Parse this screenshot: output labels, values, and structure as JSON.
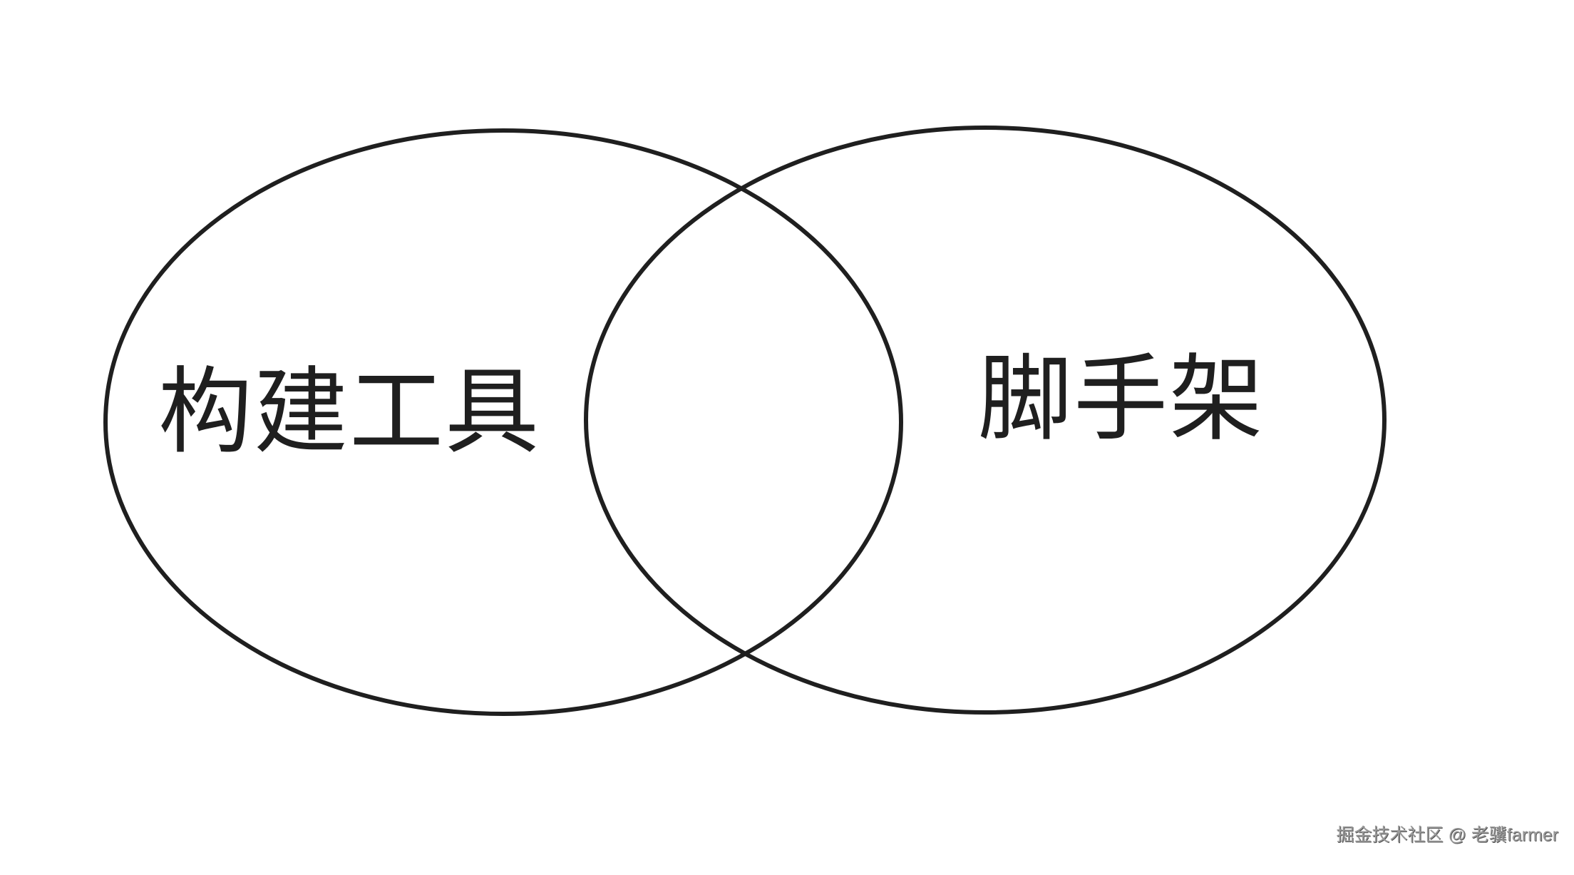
{
  "diagram": {
    "type": "venn",
    "sets": [
      {
        "label": "构建工具"
      },
      {
        "label": "脚手架"
      }
    ],
    "stroke_color": "#1f1f1f",
    "background": "#ffffff"
  },
  "watermark": "掘金技术社区 @ 老骥farmer"
}
